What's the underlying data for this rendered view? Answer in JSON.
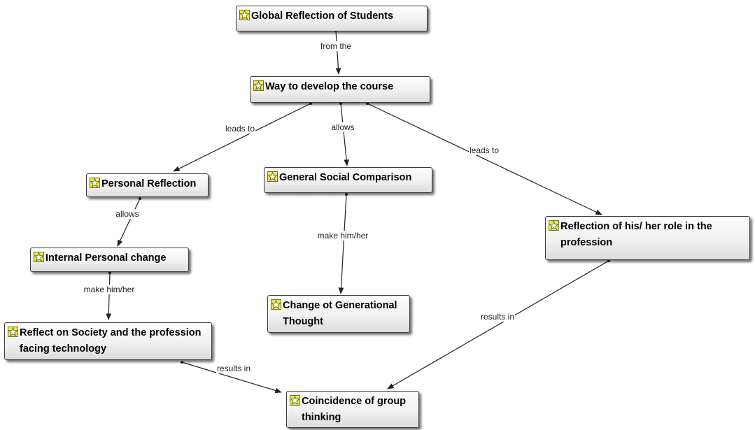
{
  "nodes": {
    "global": {
      "label": "Global Reflection of Students",
      "icon": "concept-icon"
    },
    "way": {
      "label": "Way to develop the course",
      "icon": "concept-icon"
    },
    "personal": {
      "label": "Personal Reflection",
      "icon": "concept-icon"
    },
    "general": {
      "label": "General Social Comparison",
      "icon": "concept-icon"
    },
    "role": {
      "label": "Reflection of his/ her role in the profession",
      "icon": "concept-icon"
    },
    "internal": {
      "label": "Internal Personal change",
      "icon": "concept-icon"
    },
    "change": {
      "label": "Change ot Generational Thought",
      "icon": "concept-icon"
    },
    "society": {
      "label": "Reflect on Society and the profession facing technology",
      "icon": "concept-icon"
    },
    "coincidence": {
      "label": "Coincidence of group thinking",
      "icon": "concept-icon"
    }
  },
  "edges": {
    "global_way": "from the",
    "way_personal": "leads to",
    "way_general": "allows",
    "way_role": "leads to",
    "personal_internal": "allows",
    "general_change": "make him/her",
    "internal_society": "make him/her",
    "society_coincidence": "results in",
    "role_coincidence": "results in"
  },
  "colors": {
    "node_border": "#3c3c3c",
    "edge": "#222222",
    "icon_fill": "#f2ea36"
  }
}
